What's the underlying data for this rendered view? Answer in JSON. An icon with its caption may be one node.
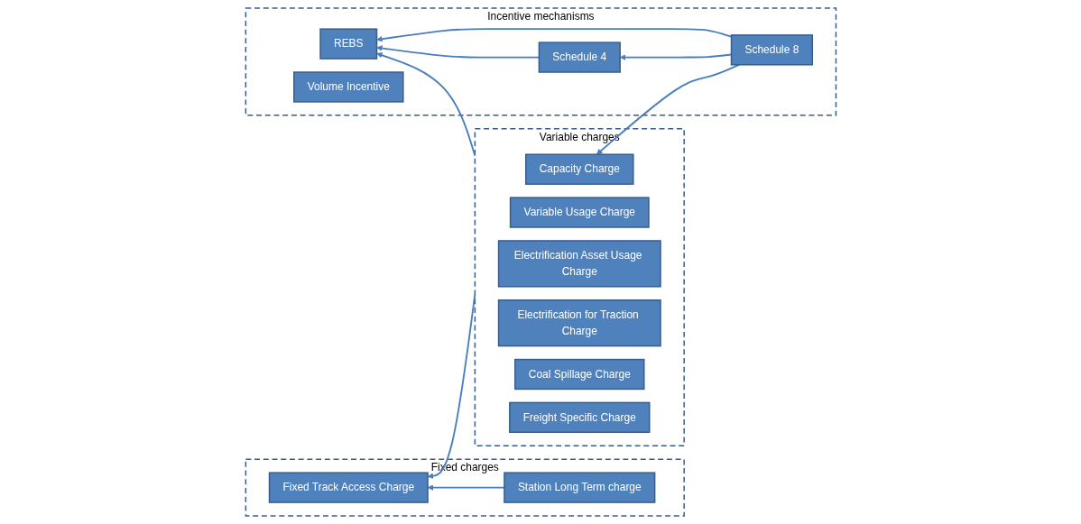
{
  "diagram": {
    "nodes": [
      {
        "text": [
          "Fixed charges"
        ]
      },
      {
        "text": [
          "Fixed Track Access Charge"
        ],
        "in": 0
      },
      {
        "text": [
          "Station Long Term charge"
        ],
        "in": 0
      },
      {
        "text": [
          "Variable charges"
        ]
      },
      {
        "text": [
          "Variable Usage Charge"
        ],
        "in": 3
      },
      {
        "text": [
          "Capacity Charge"
        ],
        "in": 3
      },
      {
        "text": [
          "Electrification Asset Usage Charge"
        ],
        "in": 3
      },
      {
        "text": [
          "Electrification for Traction Charge"
        ],
        "in": 3
      },
      {
        "text": [
          "Coal Spillage Charge"
        ],
        "in": 3
      },
      {
        "text": [
          "Freight Specific Charge"
        ],
        "in": 3
      },
      {
        "text": [
          "Incentive mechanisms"
        ]
      },
      {
        "text": [
          "Schedule 8"
        ],
        "in": 10
      },
      {
        "text": [
          "Schedule 4"
        ],
        "in": 10
      },
      {
        "text": [
          "REBS"
        ],
        "in": 10
      },
      {
        "text": [
          "Volume Incentive"
        ],
        "in": 10
      }
    ],
    "edges": [
      {
        "from": 3,
        "to": 1,
        "arrow": "to"
      },
      {
        "from": 2,
        "to": 1,
        "arrow": "to"
      },
      {
        "from": 11,
        "to": 5,
        "arrow": "to"
      },
      {
        "from": 11,
        "to": 12,
        "arrow": "to"
      },
      {
        "from": 12,
        "to": 13,
        "arrow": "to"
      },
      {
        "from": 11,
        "to": 13,
        "arrow": "to"
      },
      {
        "from": 3,
        "to": 13,
        "arrow": "to"
      }
    ]
  }
}
